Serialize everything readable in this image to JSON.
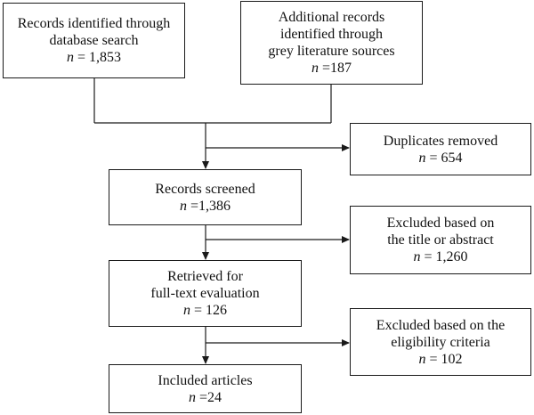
{
  "nodes": {
    "database_search": {
      "lines": [
        "Records identified through",
        "database search"
      ],
      "count_var": "n",
      "count_text": " = 1,853"
    },
    "grey_literature": {
      "lines": [
        "Additional records",
        "identified through",
        "grey literature sources"
      ],
      "count_var": "n",
      "count_text": " =187"
    },
    "duplicates_removed": {
      "lines": [
        "Duplicates removed"
      ],
      "count_var": "n",
      "count_text": " = 654"
    },
    "records_screened": {
      "lines": [
        "Records screened"
      ],
      "count_var": "n",
      "count_text": " =1,386"
    },
    "excluded_title_abstract": {
      "lines": [
        "Excluded based on",
        "the title or abstract"
      ],
      "count_var": "n",
      "count_text": " = 1,260"
    },
    "retrieved_fulltext": {
      "lines": [
        "Retrieved for",
        "full-text evaluation"
      ],
      "count_var": "n",
      "count_text": " = 126"
    },
    "excluded_eligibility": {
      "lines": [
        "Excluded based on the",
        "eligibility criteria"
      ],
      "count_var": "n",
      "count_text": " = 102"
    },
    "included_articles": {
      "lines": [
        "Included articles"
      ],
      "count_var": "n",
      "count_text": " =24"
    }
  },
  "colors": {
    "stroke": "#1a1a1a",
    "background": "#ffffff",
    "text": "#111111"
  }
}
